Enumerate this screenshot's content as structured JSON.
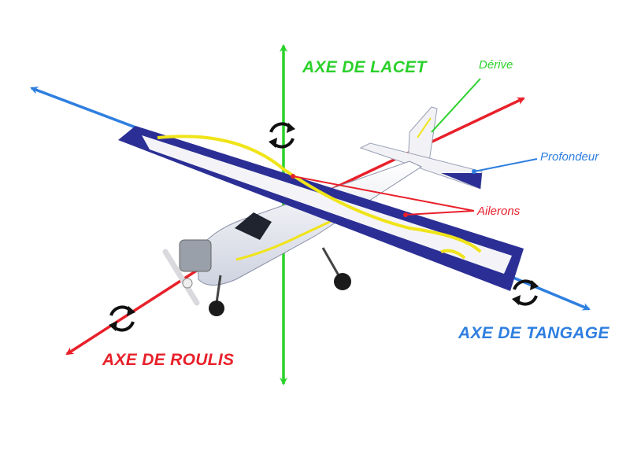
{
  "labels": {
    "yaw_axis": "AXE DE LACET",
    "roll_axis": "AXE DE ROULIS",
    "pitch_axis": "AXE DE TANGAGE",
    "fin": "Dérive",
    "elevator": "Profondeur",
    "ailerons": "Ailerons"
  },
  "colors": {
    "yaw": "#2bd12b",
    "roll": "#e8202a",
    "pitch": "#2f7fe0",
    "wing_blue": "#2b2f95",
    "wing_yellow": "#f0e41a"
  },
  "icons": {
    "rotation": "rotation-arrows-icon"
  }
}
